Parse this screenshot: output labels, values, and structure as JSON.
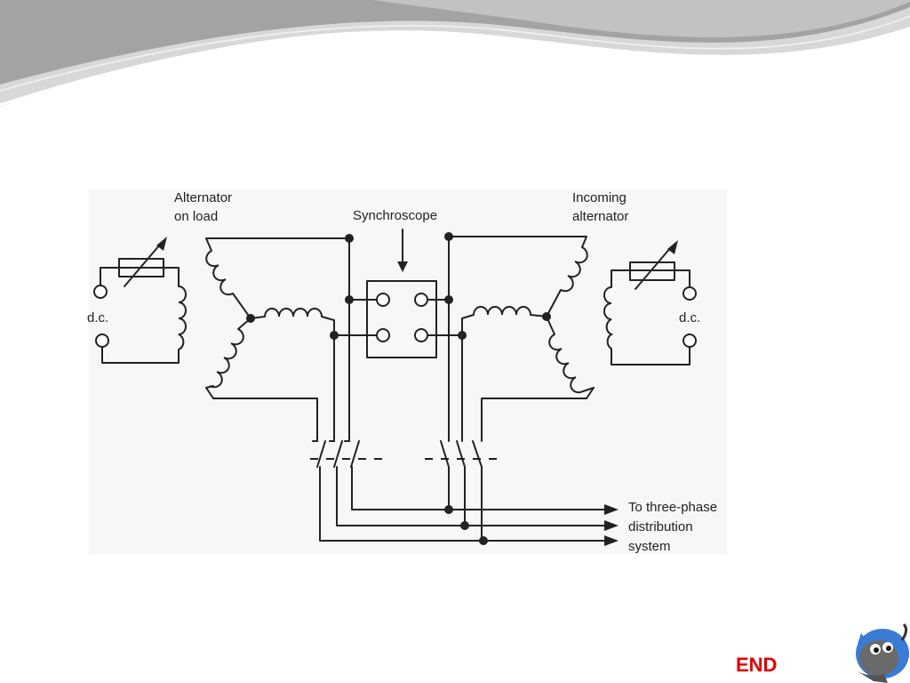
{
  "labels": {
    "alternator_on_load": [
      "Alternator",
      "on load"
    ],
    "synchroscope": "Synchroscope",
    "incoming_alternator": [
      "Incoming",
      "alternator"
    ],
    "dc_left": "d.c.",
    "dc_right": "d.c.",
    "to_distribution": [
      "To three-phase",
      "distribution",
      "system"
    ]
  },
  "navigation": {
    "end_label": "END"
  },
  "colors": {
    "background": "#ffffff",
    "diagram_background": "#f7f7f7",
    "wave_dark": "#9a9a9a",
    "wave_light": "#d4d4d4",
    "end_text": "#e00000",
    "ink": "#222222"
  },
  "icons": {
    "mascot": "cartoon-cat-icon"
  }
}
